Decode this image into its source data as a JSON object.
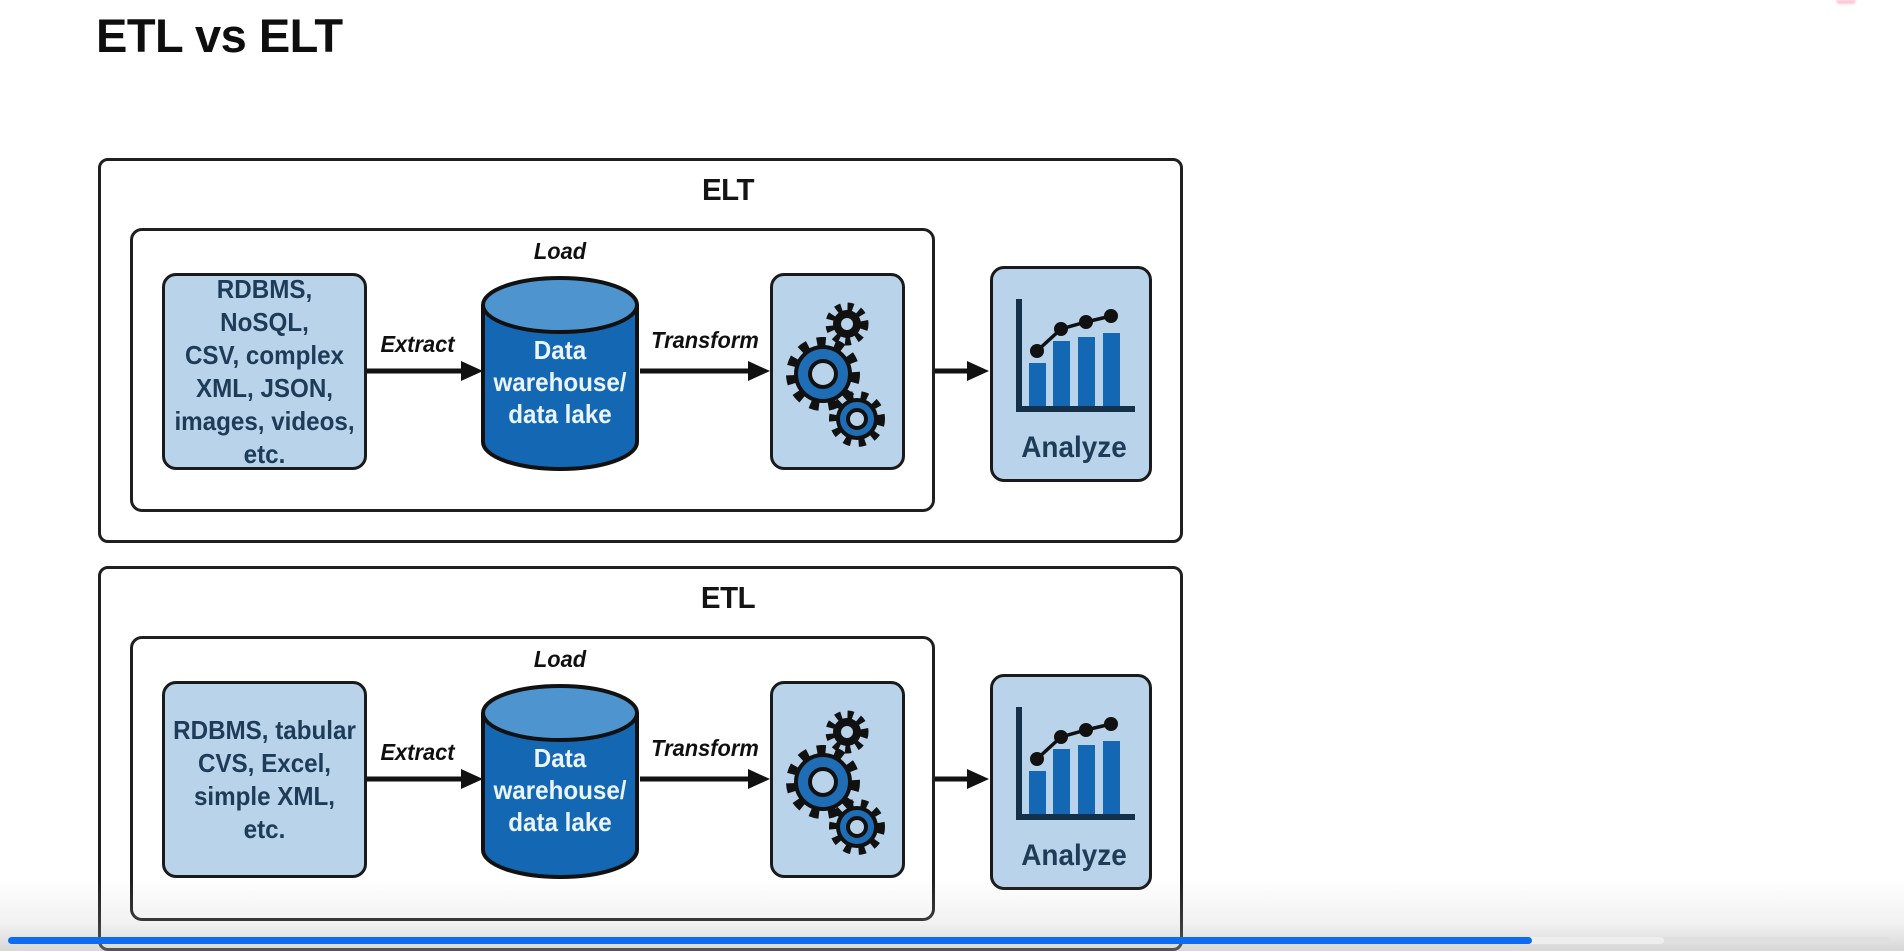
{
  "title": "ETL vs ELT",
  "diagram": {
    "panels": [
      {
        "label": "ELT",
        "source_lines": [
          "RDBMS, NoSQL,",
          "CSV, complex",
          "XML, JSON,",
          "images, videos,",
          "etc."
        ],
        "extract_label": "Extract",
        "load_label": "Load",
        "warehouse_lines": [
          "Data",
          "warehouse/",
          "data lake"
        ],
        "transform_label": "Transform",
        "analyze_label": "Analyze"
      },
      {
        "label": "ETL",
        "source_lines": [
          "RDBMS, tabular",
          "CVS, Excel,",
          "simple XML,",
          "etc."
        ],
        "extract_label": "Extract",
        "load_label": "Load",
        "warehouse_lines": [
          "Data",
          "warehouse/",
          "data lake"
        ],
        "transform_label": "Transform",
        "analyze_label": "Analyze"
      }
    ],
    "icons": {
      "gears": "gears-icon",
      "chart": "bar-chart-icon",
      "cylinder": "database-cylinder-icon",
      "arrow": "arrow-right-icon"
    },
    "colors": {
      "box_fill": "#b9d3ea",
      "cylinder_body": "#1467b2",
      "cylinder_top": "#4e94cf",
      "outline": "#1a1a1a",
      "text_dark": "#1e3c58",
      "gear_blue": "#1f6eb5",
      "bar_blue": "#1467b2",
      "played_color": "#0c6cf2"
    }
  },
  "player": {
    "progress_percent": 81,
    "buffered_percent": 88
  }
}
